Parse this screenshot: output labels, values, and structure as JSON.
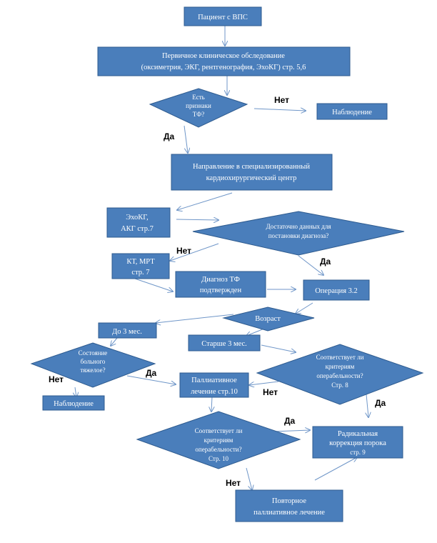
{
  "nodes": {
    "patient": "Пациент с ВПС",
    "exam_line1": "Первичное клиническое обследование",
    "exam_line2": "(оксиметрия, ЭКГ, рентгенография, ЭхоКГ)    стр. 5,6",
    "signs_line1": "Есть",
    "signs_line2": "признаки",
    "signs_line3": "ТФ?",
    "observation_top": "Наблюдение",
    "referral_line1": "Направление в специализированный",
    "referral_line2": "кардиохирургический центр",
    "echo_line1": "ЭхоКГ,",
    "echo_line2": "АКГ  стр.7",
    "enough_line1": "Достаточно данных для",
    "enough_line2": "постановки диагноза?",
    "ct_line1": "КТ, МРТ",
    "ct_line2": "стр. 7",
    "diagnosis_line1": "Диагноз ТФ",
    "diagnosis_line2": "подтвержден",
    "operation": "Операция 3.2",
    "age": "Возраст",
    "under3": "До 3 мес.",
    "over3": "Старше 3 мес.",
    "severe_line1": "Состояние",
    "severe_line2": "больного",
    "severe_line3": "тяжелое?",
    "observation_bottom": "Наблюдение",
    "palliative_line1": "Паллиативное",
    "palliative_line2": "лечение стр.10",
    "criteria1_line1": "Соответствует ли",
    "criteria1_line2": "критериям",
    "criteria1_line3": "операбельности?",
    "criteria1_line4": "Стр. 8",
    "criteria2_line1": "Соответствует ли",
    "criteria2_line2": "критериям",
    "criteria2_line3": "операбельности?",
    "criteria2_line4": "Стр. 10",
    "radical_line1": "Радикальная",
    "radical_line2": "коррекция порока",
    "radical_line3": "стр. 9",
    "repeat_line1": "Повторное",
    "repeat_line2": "паллиативное лечение"
  },
  "labels": {
    "no": "Нет",
    "yes": "Да"
  },
  "colors": {
    "fill": "#4a7ebb",
    "border": "#2e5b8f",
    "arrow": "#6f96c8"
  }
}
